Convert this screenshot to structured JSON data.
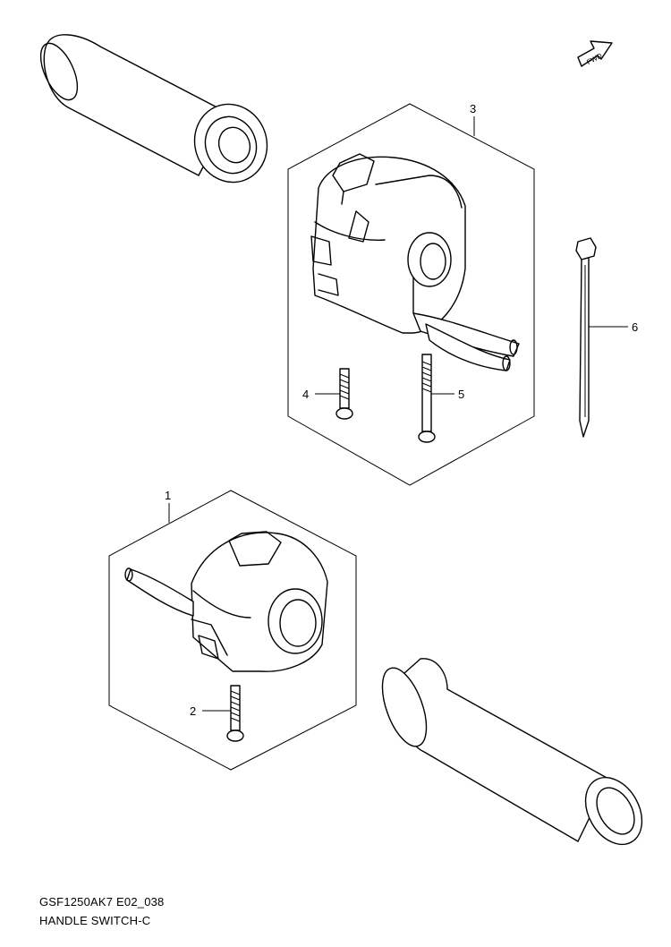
{
  "diagram": {
    "callouts": [
      "1",
      "2",
      "3",
      "4",
      "5",
      "6"
    ],
    "fwd_arrow_label": "FWD",
    "fwd_icon": "forward-arrow-icon"
  },
  "footer": {
    "code": "GSF1250AK7 E02_038",
    "title": "HANDLE SWITCH-C"
  }
}
